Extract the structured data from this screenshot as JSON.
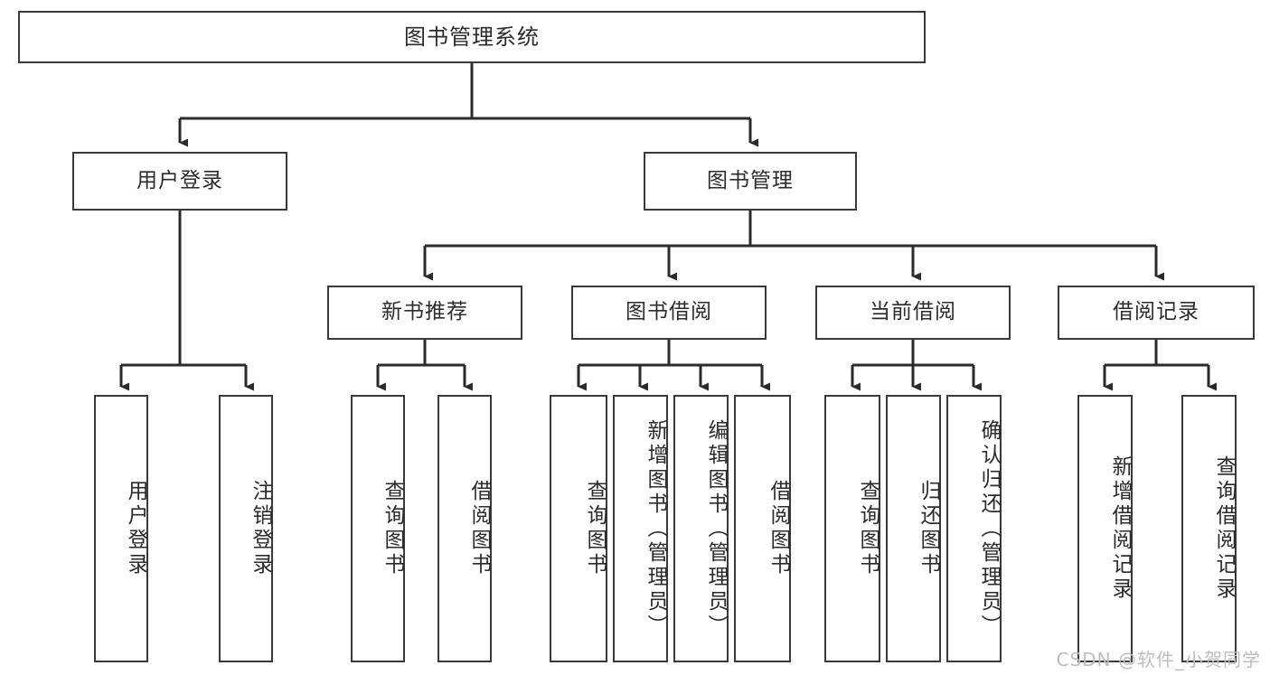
{
  "diagram": {
    "title": "图书管理系统",
    "type": "tree-hierarchy-diagram",
    "colors": {
      "box_border": "#3a3a3a",
      "box_fill": "#ffffff",
      "connector": "#2b2b2b",
      "text": "#2b2b2b",
      "watermark": "#bdbdbd",
      "background": "#ffffff"
    },
    "root": {
      "label": "图书管理系统"
    },
    "level2": [
      {
        "label": "用户登录"
      },
      {
        "label": "图书管理"
      }
    ],
    "level3": [
      {
        "label": "新书推荐"
      },
      {
        "label": "图书借阅"
      },
      {
        "label": "当前借阅"
      },
      {
        "label": "借阅记录"
      }
    ],
    "leaves": {
      "user_login": [
        {
          "label": "用户登录"
        },
        {
          "label": "注销登录"
        }
      ],
      "new_book_recommend": [
        {
          "label": "查询图书"
        },
        {
          "label": "借阅图书"
        }
      ],
      "book_borrow": [
        {
          "label": "查询图书"
        },
        {
          "label": "新增图书（管理员）"
        },
        {
          "label": "编辑图书（管理员）"
        },
        {
          "label": "借阅图书"
        }
      ],
      "current_borrow": [
        {
          "label": "查询图书"
        },
        {
          "label": "归还图书"
        },
        {
          "label": "确认归还（管理员）"
        }
      ],
      "borrow_record": [
        {
          "label": "新增借阅记录"
        },
        {
          "label": "查询借阅记录"
        }
      ]
    }
  },
  "watermark": {
    "text": "CSDN @软件_小贺同学"
  }
}
